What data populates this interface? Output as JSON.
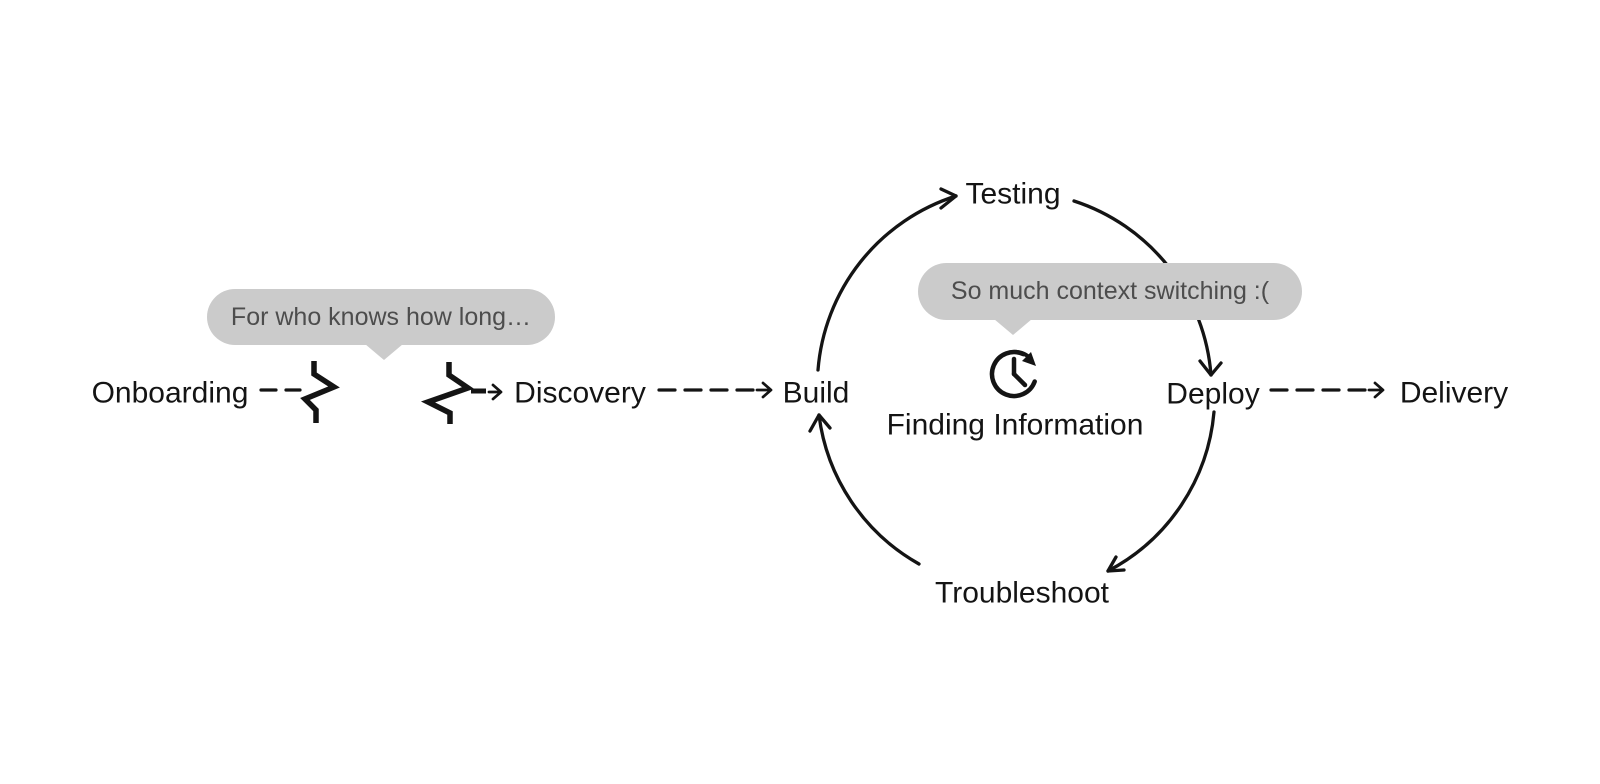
{
  "nodes": {
    "onboarding": "Onboarding",
    "discovery": "Discovery",
    "build": "Build",
    "testing": "Testing",
    "deploy": "Deploy",
    "troubleshoot": "Troubleshoot",
    "delivery": "Delivery",
    "finding_information": "Finding Information"
  },
  "bubbles": {
    "waiting": "For who knows how long…",
    "context_switching": "So much context switching :("
  },
  "icons": {
    "center": "clock-clockwise-icon"
  },
  "colors": {
    "ink": "#141414",
    "bubble_bg": "#cbcbcb",
    "bubble_text": "#4d4d4d",
    "background": "#ffffff"
  }
}
